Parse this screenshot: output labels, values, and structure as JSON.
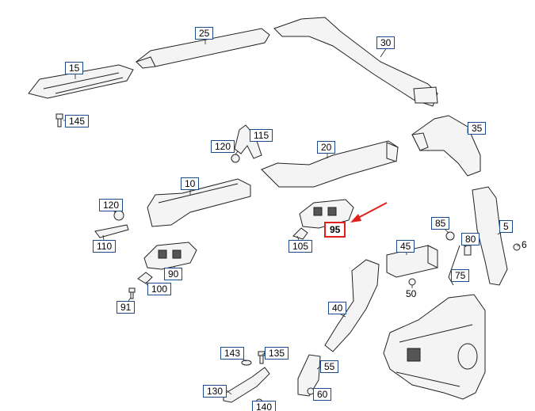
{
  "labels": {
    "l15": "15",
    "l145": "145",
    "l25": "25",
    "l30": "30",
    "l35": "35",
    "l120a": "120",
    "l115": "115",
    "l20": "20",
    "l10": "10",
    "l120b": "120",
    "l110": "110",
    "l95": "95",
    "l105": "105",
    "l90": "90",
    "l100": "100",
    "l91": "91",
    "l85": "85",
    "l80": "80",
    "l5": "5",
    "l6": "6",
    "l45": "45",
    "l50": "50",
    "l75": "75",
    "l40": "40",
    "l143": "143",
    "l135": "135",
    "l55": "55",
    "l130": "130",
    "l60": "60",
    "l140": "140"
  },
  "colors": {
    "highlight": "#e1201b",
    "label_border": "#1a4a8a",
    "line": "#222222"
  },
  "highlighted_part": "95"
}
